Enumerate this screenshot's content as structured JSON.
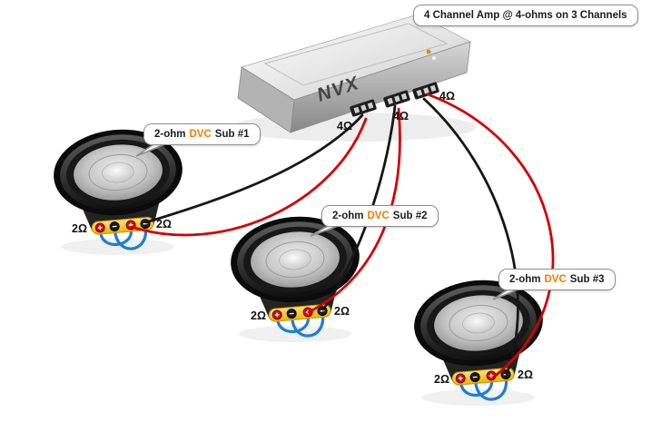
{
  "amp": {
    "callout": "4 Channel Amp @ 4-ohms on 3 Channels",
    "brand": "NVX",
    "channels": [
      {
        "impedance": "4Ω"
      },
      {
        "impedance": "4Ω"
      },
      {
        "impedance": "4Ω"
      }
    ]
  },
  "subs": [
    {
      "callout": {
        "pre": "2-ohm",
        "dvc": "DVC",
        "post": "Sub #1"
      },
      "coils": [
        "2Ω",
        "2Ω"
      ]
    },
    {
      "callout": {
        "pre": "2-ohm",
        "dvc": "DVC",
        "post": "Sub #2"
      },
      "coils": [
        "2Ω",
        "2Ω"
      ]
    },
    {
      "callout": {
        "pre": "2-ohm",
        "dvc": "DVC",
        "post": "Sub #3"
      },
      "coils": [
        "2Ω",
        "2Ω"
      ]
    }
  ],
  "colors": {
    "wire_red": "#d40000",
    "wire_black": "#161616",
    "wire_blue": "#1b7ed6",
    "dvc_text": "#f07c00",
    "terminal_plus": "#c40f0f",
    "terminal_minus": "#1c1c1c",
    "terminal_strip": "#ffd23e",
    "amp_body": "#d9d9d9"
  }
}
